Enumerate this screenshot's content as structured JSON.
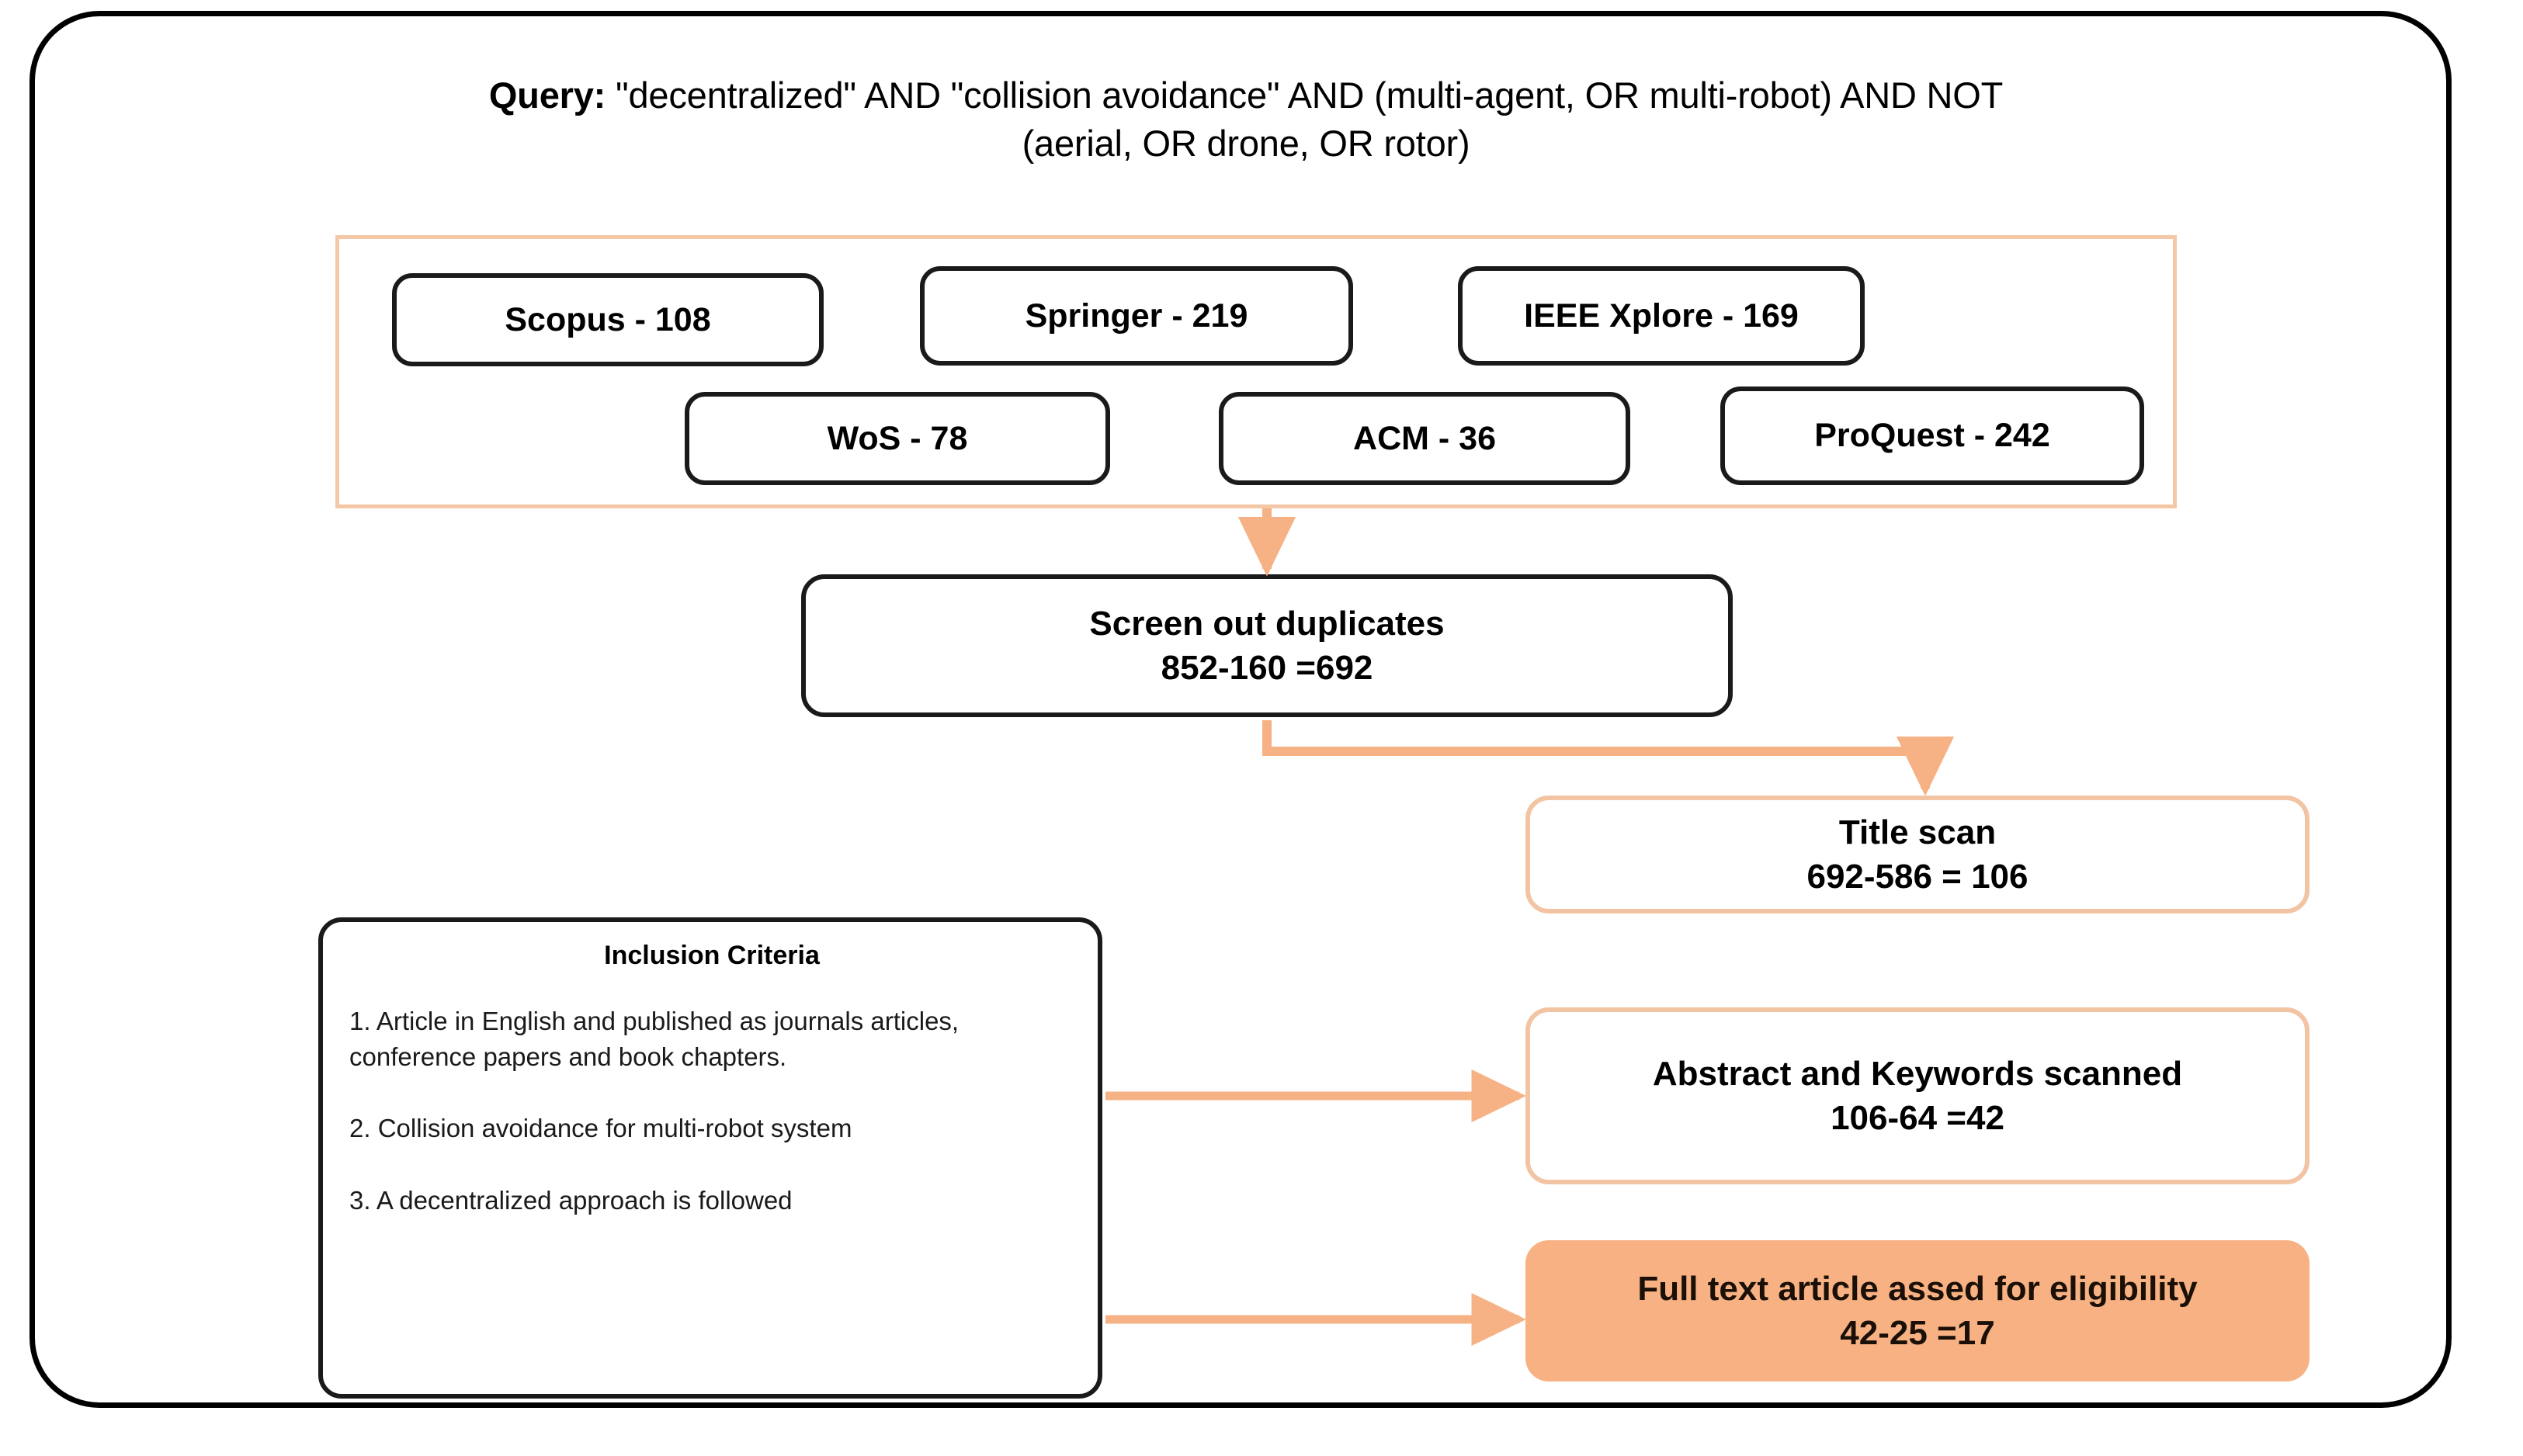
{
  "diagram": {
    "title_prefix": "Query:",
    "query_line1": "\"decentralized\" AND \"collision avoidance\" AND (multi-agent, OR multi-robot) AND NOT",
    "query_line2": "(aerial, OR drone, OR rotor)",
    "accent_color": "#F7B183",
    "accent_border_color": "#F2C4A3",
    "outline_color": "#1a1a1a"
  },
  "sources": [
    {
      "label": "Scopus - 108",
      "name": "scopus",
      "count": 108
    },
    {
      "label": "Springer - 219",
      "name": "springer",
      "count": 219
    },
    {
      "label": "IEEE Xplore - 169",
      "name": "ieee-xplore",
      "count": 169
    },
    {
      "label": "WoS - 78",
      "name": "wos",
      "count": 78
    },
    {
      "label": "ACM - 36",
      "name": "acm",
      "count": 36
    },
    {
      "label": "ProQuest - 242",
      "name": "proquest",
      "count": 242
    }
  ],
  "stages": {
    "duplicates": {
      "title": "Screen out duplicates",
      "calc": "852-160 =692"
    },
    "title_scan": {
      "title": "Title scan",
      "calc": "692-586 = 106"
    },
    "abstract_scan": {
      "title": "Abstract and Keywords scanned",
      "calc": "106-64 =42"
    },
    "full_text": {
      "title": "Full text article assed for eligibility",
      "calc": "42-25 =17"
    }
  },
  "criteria": {
    "heading": "Inclusion Criteria",
    "items": [
      "1. Article in English and published as journals articles, conference papers and book chapters.",
      "2. Collision avoidance for multi-robot system",
      "3. A decentralized approach is followed"
    ]
  }
}
